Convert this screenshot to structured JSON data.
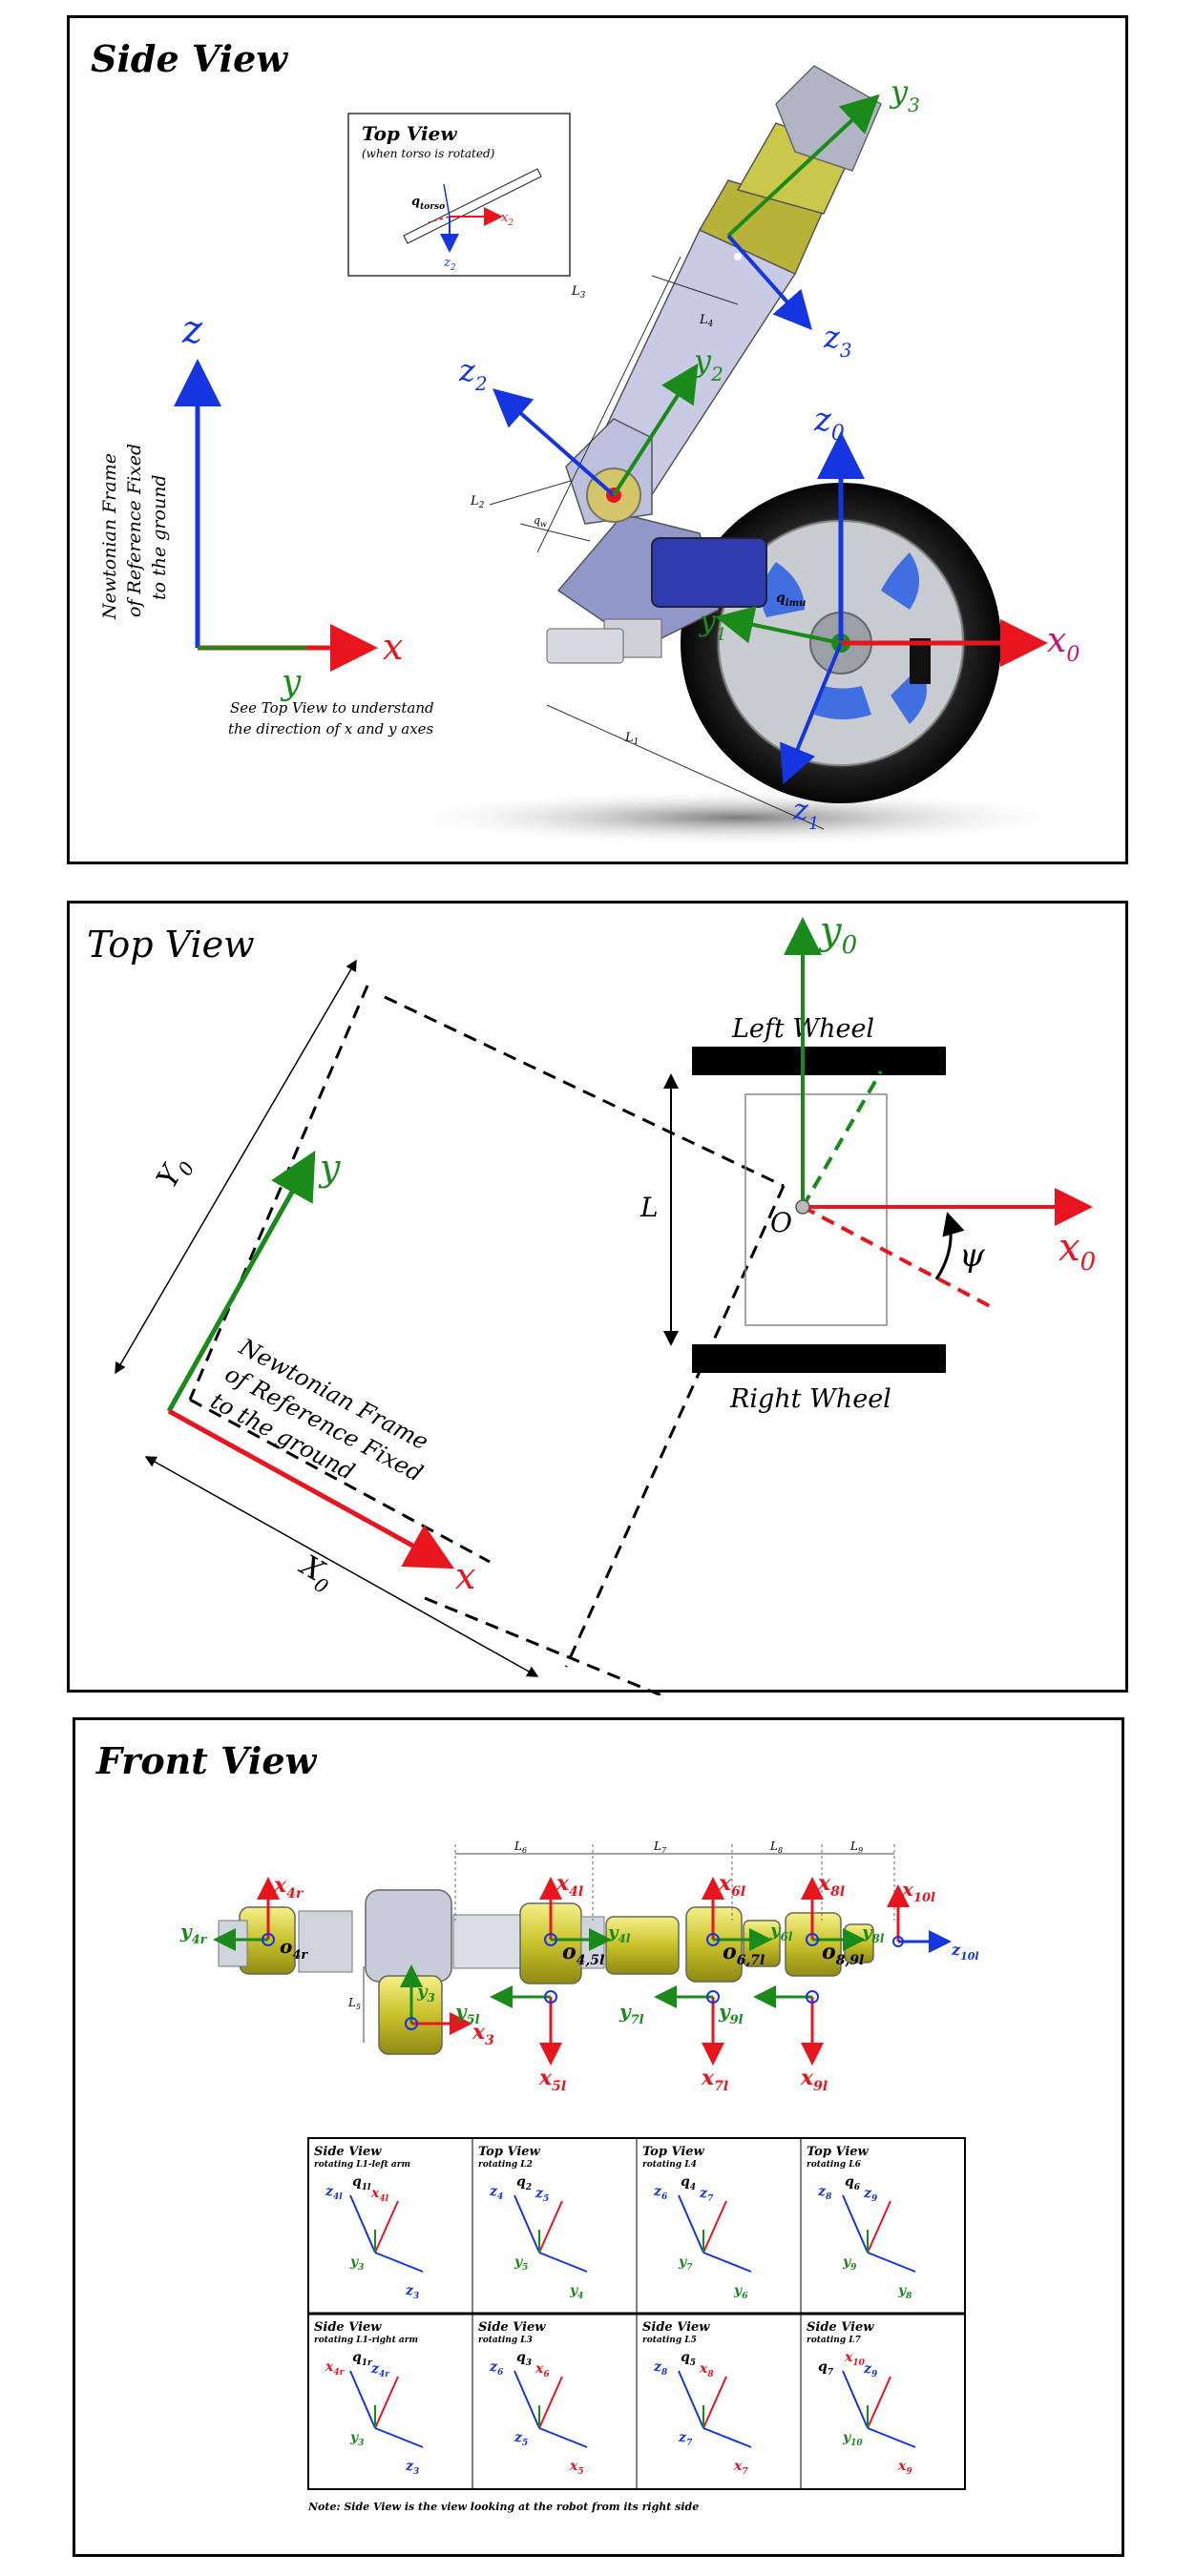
{
  "side_view": {
    "title": "Side View",
    "inset_title": "Top View",
    "inset_subtitle": "(when torso is rotated)",
    "inset_q": "q",
    "inset_q_sub": "torso",
    "inset_x": "x",
    "inset_x_sub": "2",
    "inset_z": "z",
    "inset_z_sub": "2",
    "frame_z": "z",
    "frame_x": "x",
    "frame_y": "y",
    "frame_label_1": "Newtonian Frame",
    "frame_label_2": "of Reference Fixed",
    "frame_label_3": "to the ground",
    "note_1": "See Top View to understand",
    "note_2": "the direction of x and y axes",
    "axis_y3": "y",
    "axis_y3_sub": "3",
    "axis_z3": "z",
    "axis_z3_sub": "3",
    "axis_z2": "z",
    "axis_z2_sub": "2",
    "axis_y2": "y",
    "axis_y2_sub": "2",
    "axis_z0": "z",
    "axis_z0_sub": "0",
    "axis_x0": "x",
    "axis_x0_sub": "0",
    "axis_y1": "y",
    "axis_y1_sub": "1",
    "axis_z1": "z",
    "axis_z1_sub": "1",
    "dim_L1": "L",
    "dim_L1_sub": "1",
    "dim_L2": "L",
    "dim_L2_sub": "2",
    "dim_L3": "L",
    "dim_L3_sub": "3",
    "dim_L4": "L",
    "dim_L4_sub": "4",
    "q_imu": "q",
    "q_imu_sub": "imu",
    "q_w": "q",
    "q_w_sub": "w"
  },
  "top_view": {
    "title": "Top View",
    "left_wheel": "Left Wheel",
    "right_wheel": "Right Wheel",
    "L": "L",
    "O": "O",
    "psi": "ψ",
    "x0": "x",
    "x0_sub": "0",
    "y0": "y",
    "y0_sub": "0",
    "Y0": "Y",
    "Y0_sub": "0",
    "X0": "X",
    "X0_sub": "0",
    "x": "x",
    "y": "y",
    "frame_label_1": "Newtonian Frame",
    "frame_label_2": "of Reference Fixed",
    "frame_label_3": "to the ground"
  },
  "front_view": {
    "title": "Front View",
    "dims": [
      {
        "l": "L",
        "s": "6"
      },
      {
        "l": "L",
        "s": "7"
      },
      {
        "l": "L",
        "s": "8"
      },
      {
        "l": "L",
        "s": "9"
      },
      {
        "l": "L",
        "s": "5"
      }
    ],
    "axes": {
      "x4r": "x",
      "x4r_s": "4r",
      "y4r": "y",
      "y4r_s": "4r",
      "o4r": "o",
      "o4r_s": "4r",
      "y3": "y",
      "y3_s": "3",
      "x3": "x",
      "x3_s": "3",
      "x4l": "x",
      "x4l_s": "4l",
      "o45l": "o",
      "o45l_s": "4,5l",
      "y4l": "y",
      "y4l_s": "4l",
      "y5l": "y",
      "y5l_s": "5l",
      "x5l": "x",
      "x5l_s": "5l",
      "x6l": "x",
      "x6l_s": "6l",
      "o67l": "o",
      "o67l_s": "6,7l",
      "y6l": "y",
      "y6l_s": "6l",
      "y7l": "y",
      "y7l_s": "7l",
      "x7l": "x",
      "x7l_s": "7l",
      "x8l": "x",
      "x8l_s": "8l",
      "o89l": "o",
      "o89l_s": "8,9l",
      "y8l": "y",
      "y8l_s": "8l",
      "y9l": "y",
      "y9l_s": "9l",
      "x9l": "x",
      "x9l_s": "9l",
      "x10l": "x",
      "x10l_s": "10l",
      "z10l": "z",
      "z10l_s": "10l"
    },
    "grid": [
      {
        "title": "Side View",
        "sub": "rotating L1-left arm",
        "labels": [
          "z4l",
          "q1l",
          "x4l",
          "y3",
          "z3"
        ]
      },
      {
        "title": "Top View",
        "sub": "rotating L2",
        "labels": [
          "z4",
          "q2",
          "z5",
          "y5",
          "y4"
        ]
      },
      {
        "title": "Top View",
        "sub": "rotating L4",
        "labels": [
          "z6",
          "q4",
          "z7",
          "y7",
          "y6"
        ]
      },
      {
        "title": "Top View",
        "sub": "rotating L6",
        "labels": [
          "z8",
          "q6",
          "z9",
          "y9",
          "y8"
        ]
      },
      {
        "title": "Side View",
        "sub": "rotating L1-right arm",
        "labels": [
          "x4r",
          "q1r",
          "z4r",
          "y3",
          "z3"
        ]
      },
      {
        "title": "Side View",
        "sub": "rotating L3",
        "labels": [
          "z6",
          "q3",
          "x6",
          "z5",
          "x5"
        ]
      },
      {
        "title": "Side View",
        "sub": "rotating L5",
        "labels": [
          "z8",
          "q5",
          "x8",
          "z7",
          "x7"
        ]
      },
      {
        "title": "Side View",
        "sub": "rotating L7",
        "labels": [
          "q7",
          "x10",
          "z9",
          "y10",
          "x9"
        ]
      }
    ],
    "note": "Note: Side View is the view looking at the robot from its right side"
  },
  "colors": {
    "x": "#e8141e",
    "y": "#1a8a1a",
    "z": "#1535e0"
  }
}
